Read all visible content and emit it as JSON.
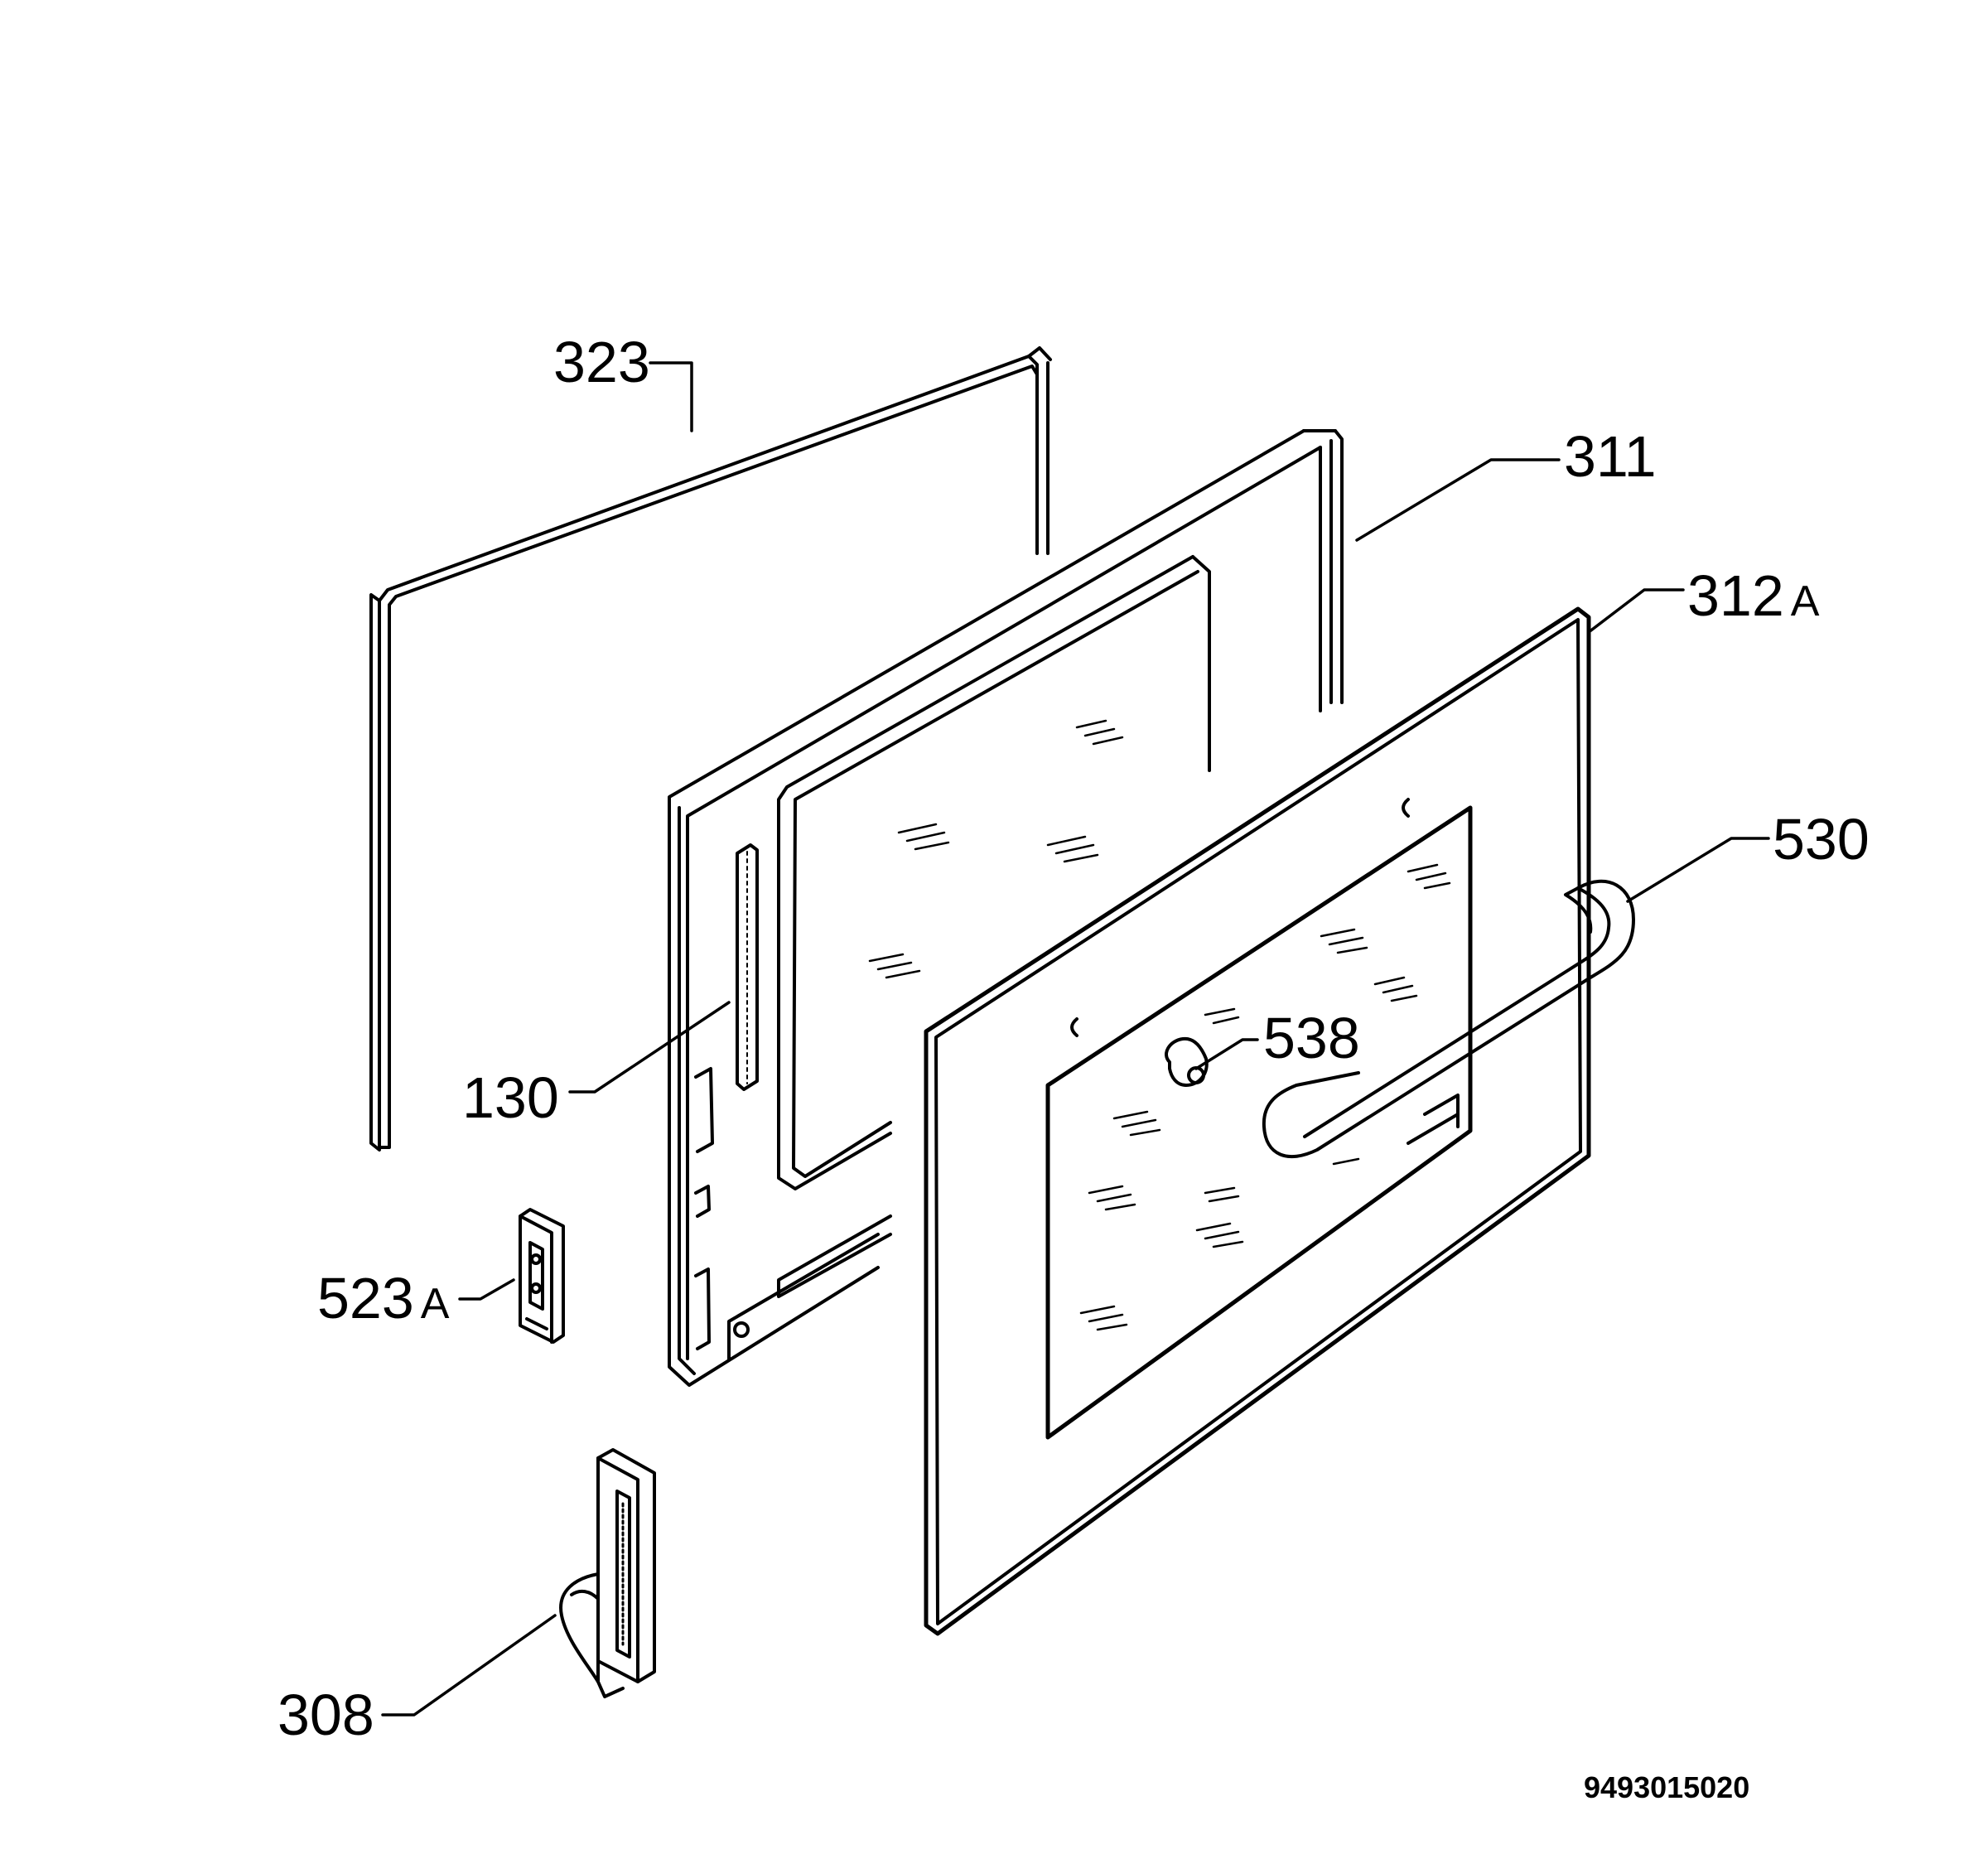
{
  "diagram": {
    "drawing_number": "9493015020",
    "parts": [
      {
        "id": "p323",
        "number": "323",
        "suffix": ""
      },
      {
        "id": "p311",
        "number": "311",
        "suffix": ""
      },
      {
        "id": "p312a",
        "number": "312",
        "suffix": "A"
      },
      {
        "id": "p530",
        "number": "530",
        "suffix": ""
      },
      {
        "id": "p538",
        "number": "538",
        "suffix": ""
      },
      {
        "id": "p130",
        "number": "130",
        "suffix": ""
      },
      {
        "id": "p523a",
        "number": "523",
        "suffix": "A"
      },
      {
        "id": "p308",
        "number": "308",
        "suffix": ""
      }
    ]
  }
}
